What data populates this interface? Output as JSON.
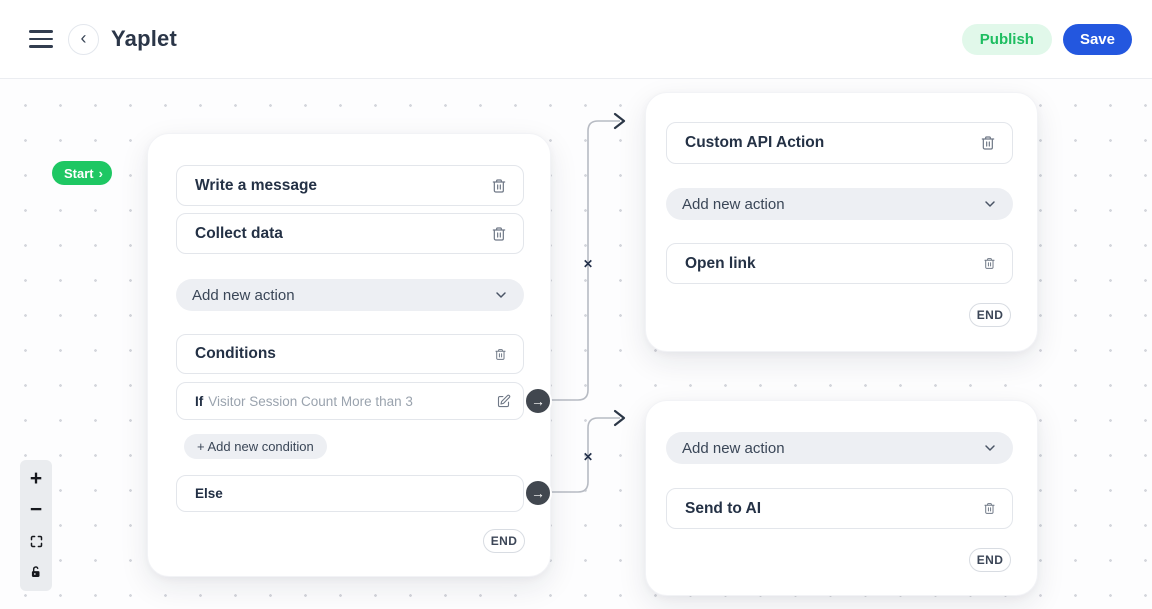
{
  "header": {
    "title": "Yaplet",
    "publish_label": "Publish",
    "save_label": "Save"
  },
  "icons": {
    "back_chevron": "‹",
    "start_chevron": "›",
    "handle_arrow": "→",
    "edge_delete": "✕",
    "zoom_in": "+",
    "zoom_out": "−"
  },
  "canvas": {
    "start_label": "Start"
  },
  "nodes": {
    "main": {
      "actions": [
        {
          "label": "Write a message"
        },
        {
          "label": "Collect data"
        }
      ],
      "add_action_label": "Add new action",
      "conditions": {
        "title": "Conditions",
        "if_prefix": "If",
        "if_text": "Visitor Session Count More than 3",
        "add_condition_label": "+ Add new condition",
        "else_label": "Else"
      },
      "end_label": "END"
    },
    "api": {
      "action_top": "Custom API Action",
      "add_action_label": "Add new action",
      "action_bottom": "Open link",
      "end_label": "END"
    },
    "ai": {
      "add_action_label": "Add new action",
      "action": "Send to AI",
      "end_label": "END"
    }
  },
  "colors": {
    "accent_green": "#1ec763",
    "publish_bg": "#e1f8ea",
    "publish_text": "#1dbd60",
    "save_blue": "#2357df",
    "edge_grey": "#b7bbc3",
    "arrow_dark": "#2c3747",
    "handle_dark": "#41474f"
  }
}
